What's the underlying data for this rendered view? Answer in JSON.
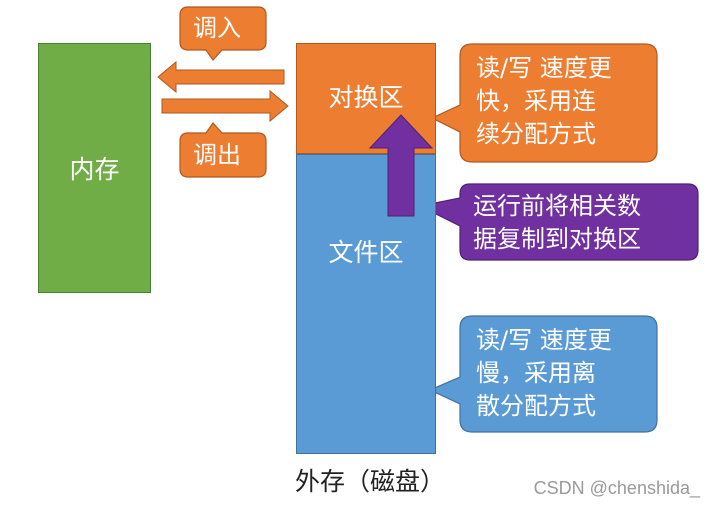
{
  "memory_label": "内存",
  "swap_label": "对换区",
  "file_label": "文件区",
  "disk_caption": "外存（磁盘）",
  "swap_in_label": "调入",
  "swap_out_label": "调出",
  "swap_note": "读/写 速度更\n快，采用连\n续分配方式",
  "copy_note": "运行前将相关数\n据复制到对换区",
  "file_note": "读/写 速度更\n慢，采用离\n散分配方式",
  "watermark": "CSDN @chenshida_",
  "colors": {
    "memory": "#70ad47",
    "swap": "#ed7d31",
    "file": "#5b9bd5",
    "copy_note": "#7030a0"
  }
}
